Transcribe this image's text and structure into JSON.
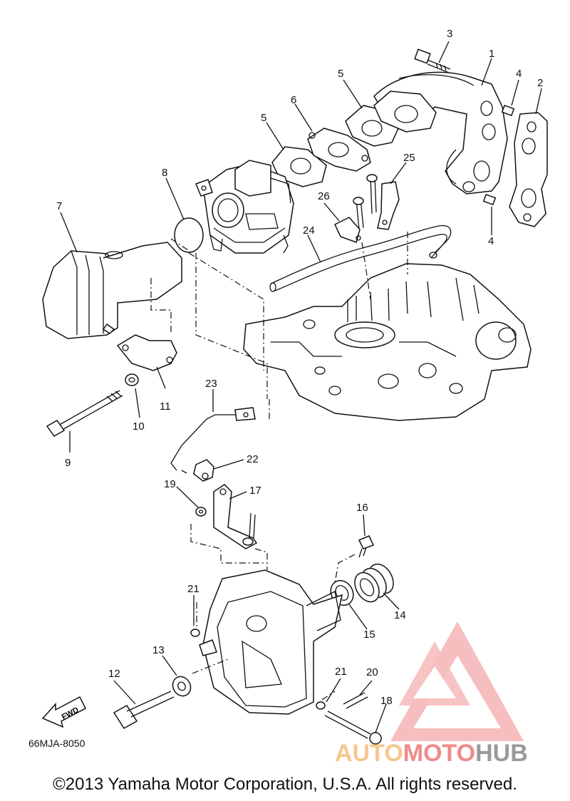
{
  "diagram": {
    "code": "66MJA-8050",
    "fwd_label": "FWD",
    "copyright": "©2013 Yamaha Motor Corporation, U.S.A. All rights reserved.",
    "parts": [
      "1",
      "2",
      "3",
      "4",
      "4",
      "5",
      "5",
      "6",
      "7",
      "8",
      "9",
      "10",
      "11",
      "12",
      "13",
      "14",
      "15",
      "16",
      "17",
      "18",
      "19",
      "20",
      "21",
      "21",
      "22",
      "23",
      "24",
      "25",
      "26"
    ]
  },
  "watermark": {
    "part1": "AUTO",
    "part2": "MOTO",
    "part3": "HUB",
    "colors": {
      "auto": "#f6c78f",
      "moto": "#f08a8a",
      "hub": "#9a9a9a",
      "logo": "#f08a8a"
    }
  }
}
